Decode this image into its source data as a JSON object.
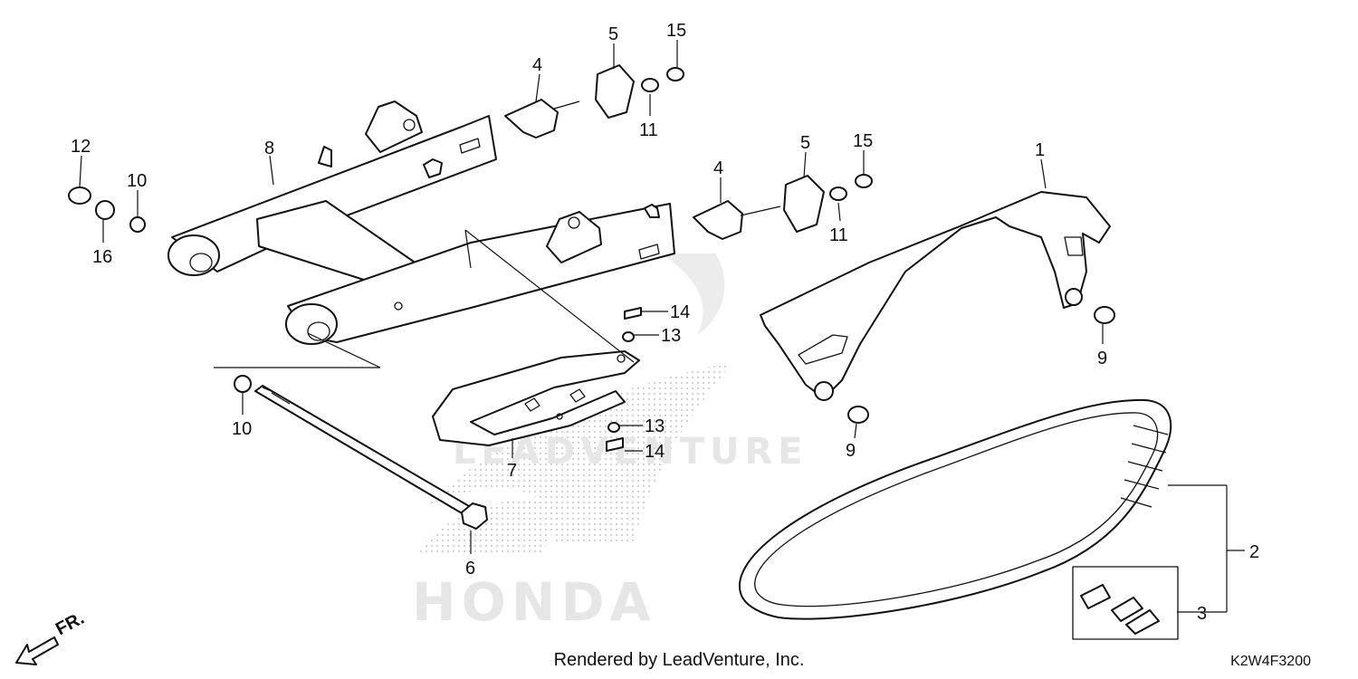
{
  "watermark": {
    "brand_word": "HONDA",
    "vendor_word": "LEADVENTURE"
  },
  "callouts": [
    {
      "id": "c1",
      "label": "1"
    },
    {
      "id": "c2",
      "label": "2"
    },
    {
      "id": "c3",
      "label": "3"
    },
    {
      "id": "c4a",
      "label": "4"
    },
    {
      "id": "c4b",
      "label": "4"
    },
    {
      "id": "c5a",
      "label": "5"
    },
    {
      "id": "c5b",
      "label": "5"
    },
    {
      "id": "c6",
      "label": "6"
    },
    {
      "id": "c7",
      "label": "7"
    },
    {
      "id": "c8",
      "label": "8"
    },
    {
      "id": "c9a",
      "label": "9"
    },
    {
      "id": "c9b",
      "label": "9"
    },
    {
      "id": "c10a",
      "label": "10"
    },
    {
      "id": "c10b",
      "label": "10"
    },
    {
      "id": "c11a",
      "label": "11"
    },
    {
      "id": "c11b",
      "label": "11"
    },
    {
      "id": "c12",
      "label": "12"
    },
    {
      "id": "c13a",
      "label": "13"
    },
    {
      "id": "c13b",
      "label": "13"
    },
    {
      "id": "c14a",
      "label": "14"
    },
    {
      "id": "c14b",
      "label": "14"
    },
    {
      "id": "c15a",
      "label": "15"
    },
    {
      "id": "c15b",
      "label": "15"
    },
    {
      "id": "c16",
      "label": "16"
    }
  ],
  "direction": {
    "label": "FR."
  },
  "footer": {
    "credit": "Rendered by LeadVenture, Inc.",
    "diagram_code": "K2W4F3200"
  }
}
